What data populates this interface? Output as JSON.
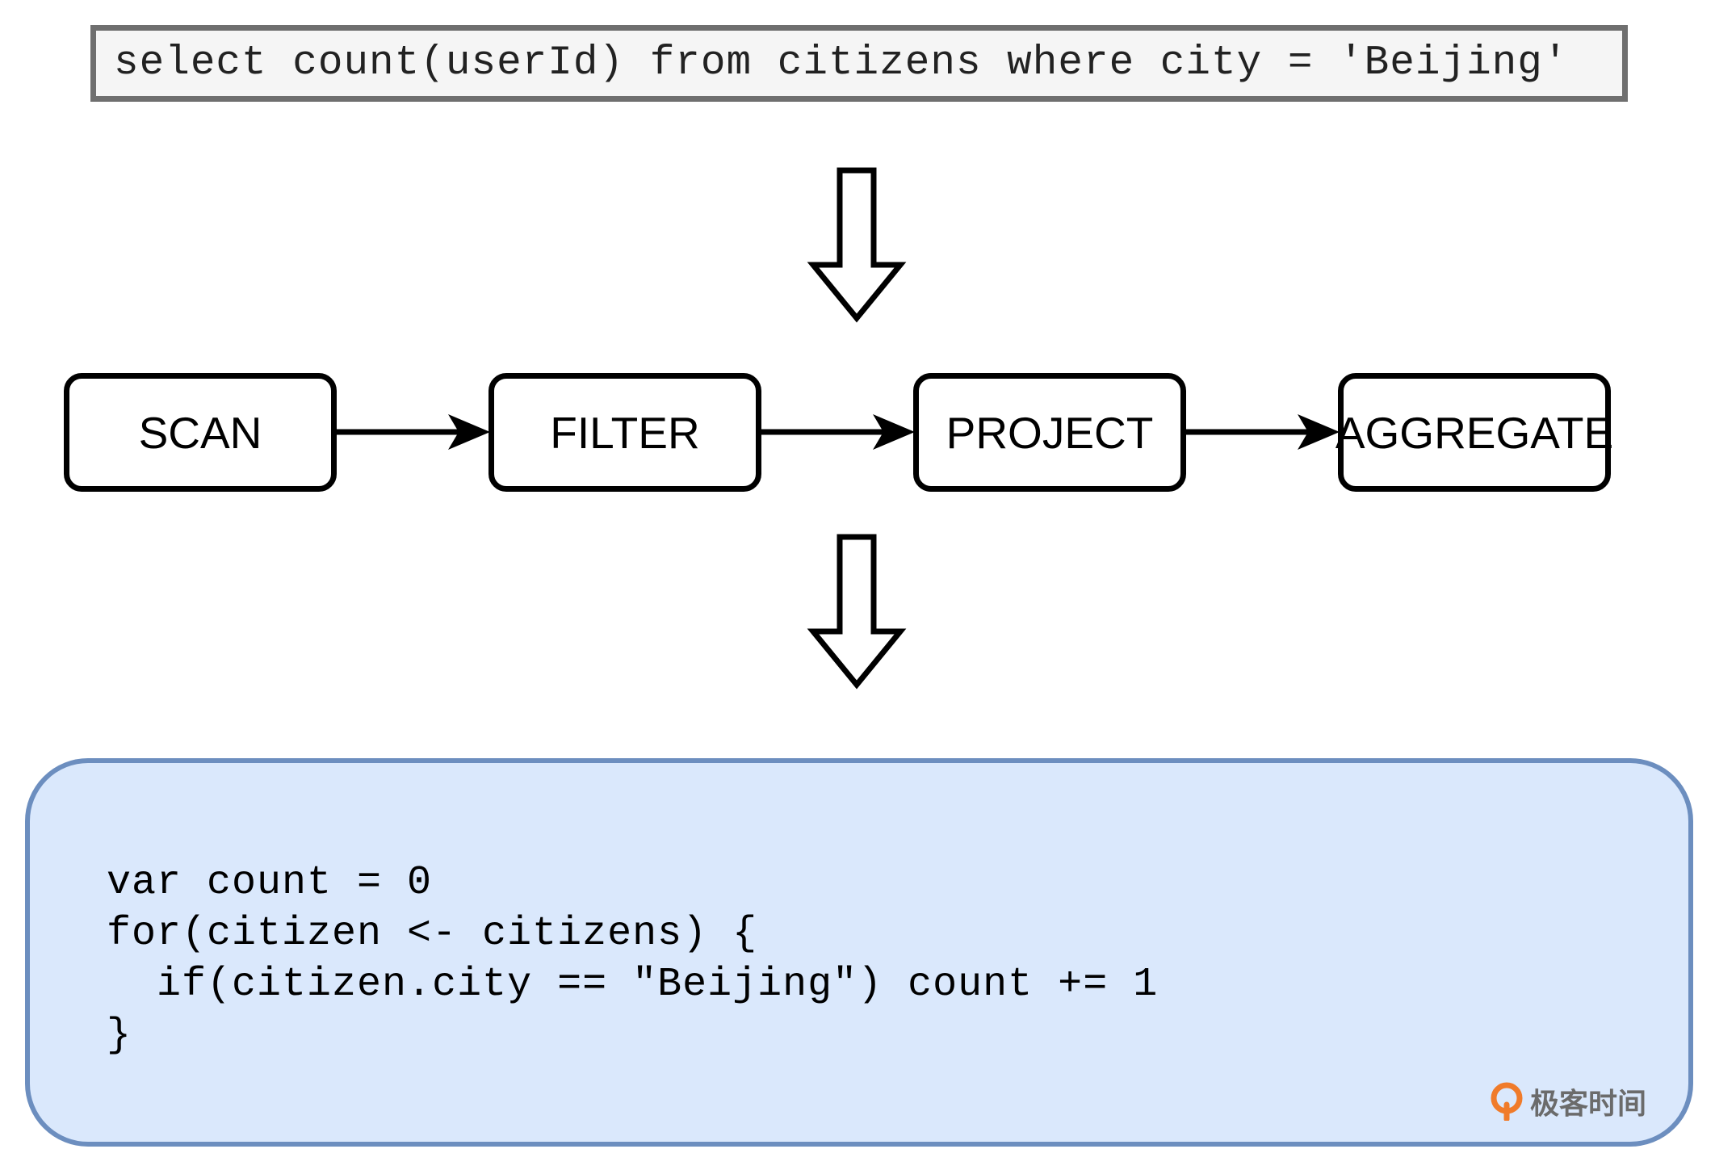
{
  "sql": {
    "query": "select count(userId) from citizens where city = 'Beijing'"
  },
  "pipeline": {
    "stages": [
      {
        "label": "SCAN"
      },
      {
        "label": "FILTER"
      },
      {
        "label": "PROJECT"
      },
      {
        "label": "AGGREGATE"
      }
    ]
  },
  "code": {
    "lines": [
      "var count = 0",
      "for(citizen <- citizens) {",
      "  if(citizen.city == \"Beijing\") count += 1",
      "}"
    ]
  },
  "watermark": {
    "text": "极客时间",
    "logo_color": "#f07b2a"
  },
  "colors": {
    "code_fill": "#dae8fc",
    "code_border": "#6c8ebf",
    "sql_border": "#6f6f6f"
  }
}
